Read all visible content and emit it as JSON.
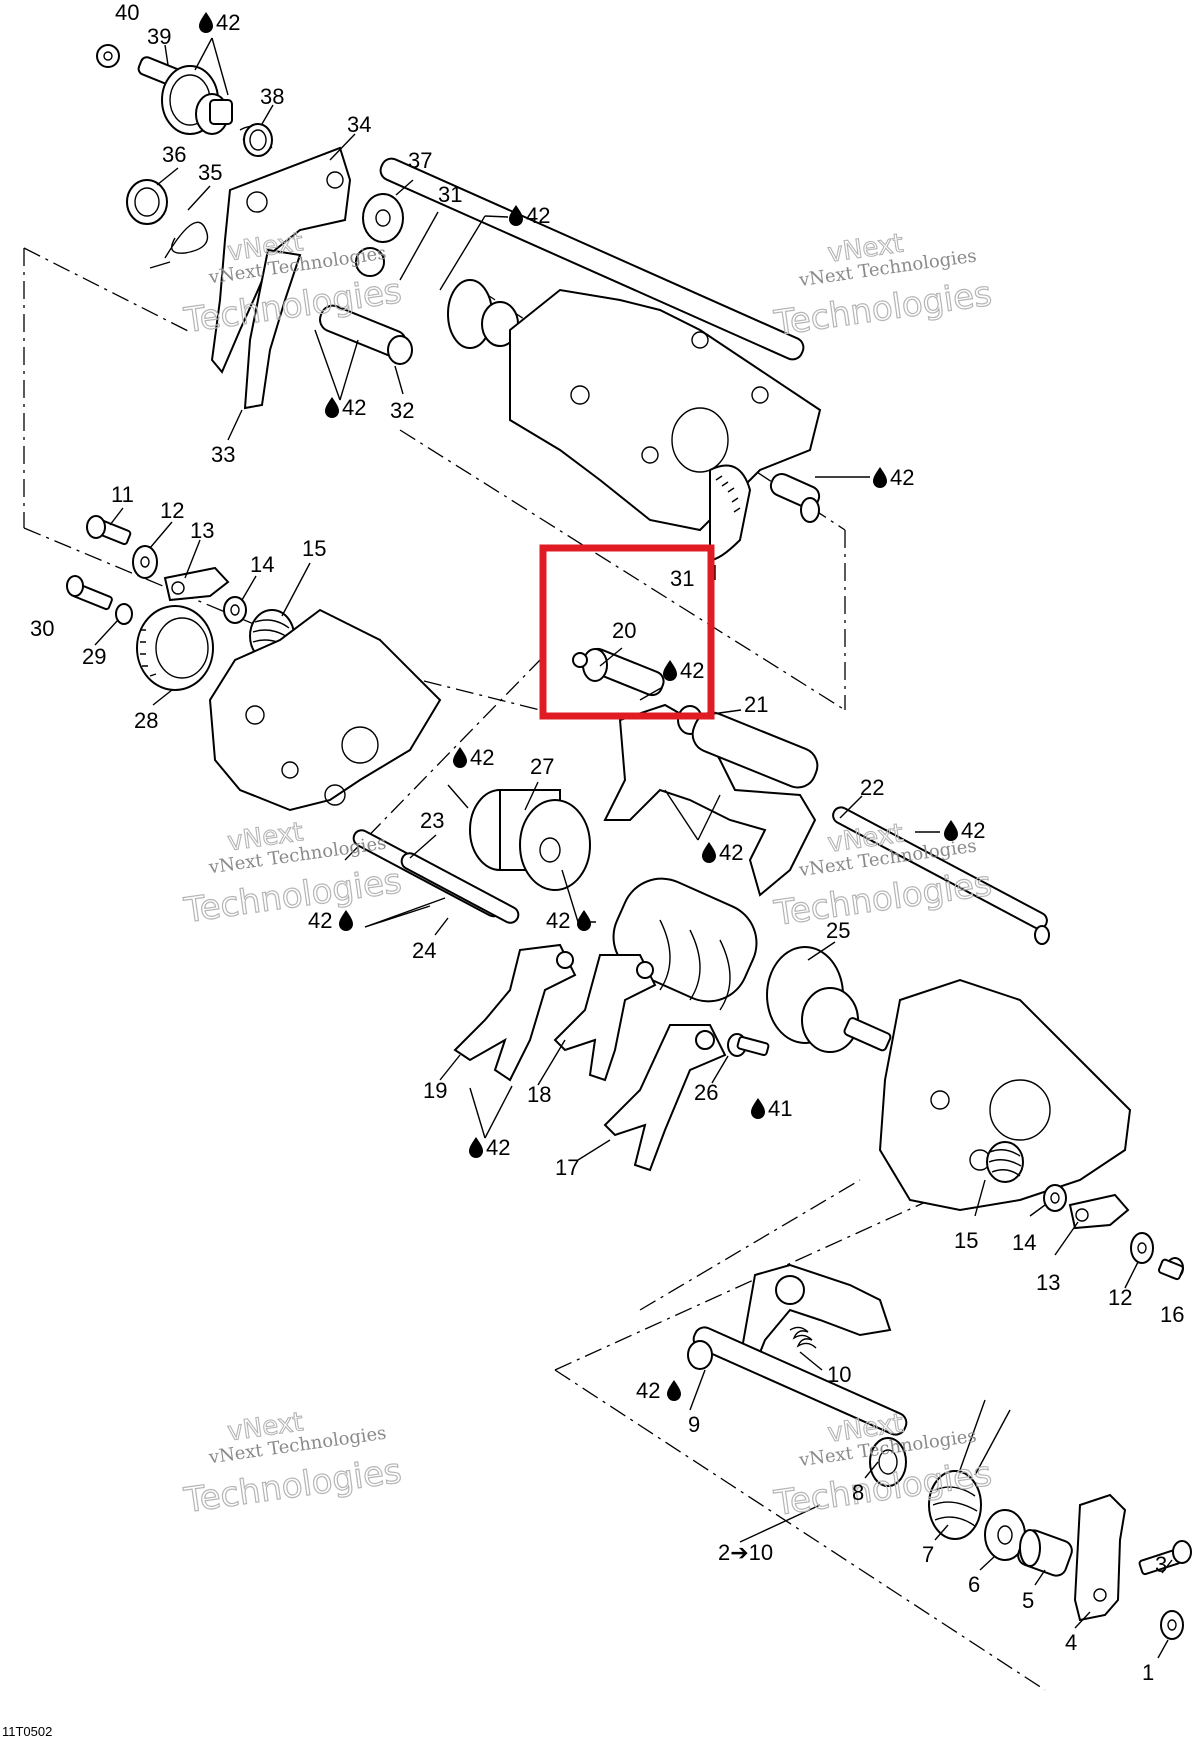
{
  "diagram": {
    "code": "11T0502",
    "lube_ref": "42",
    "lube_ref_41": "41",
    "range_label": "2➔10",
    "watermark_line1": "vNext Technologies",
    "watermark_line2": "Technologies",
    "watermark_line0": "vNext",
    "highlight_color": "#e01b24",
    "labels": {
      "p1": "1",
      "p3": "3",
      "p4": "4",
      "p5": "5",
      "p6": "6",
      "p7": "7",
      "p8": "8",
      "p9": "9",
      "p10": "10",
      "p11": "11",
      "p12": "12",
      "p12b": "12",
      "p13": "13",
      "p13b": "13",
      "p14": "14",
      "p14b": "14",
      "p15": "15",
      "p15b": "15",
      "p16": "16",
      "p17": "17",
      "p18": "18",
      "p19": "19",
      "p20": "20",
      "p21": "21",
      "p22": "22",
      "p23": "23",
      "p24": "24",
      "p25": "25",
      "p26": "26",
      "p27": "27",
      "p28": "28",
      "p29": "29",
      "p30": "30",
      "p31": "31",
      "p31b": "31",
      "p32": "32",
      "p33": "33",
      "p34": "34",
      "p35": "35",
      "p36": "36",
      "p37": "37",
      "p38": "38",
      "p39": "39",
      "p40": "40"
    }
  }
}
